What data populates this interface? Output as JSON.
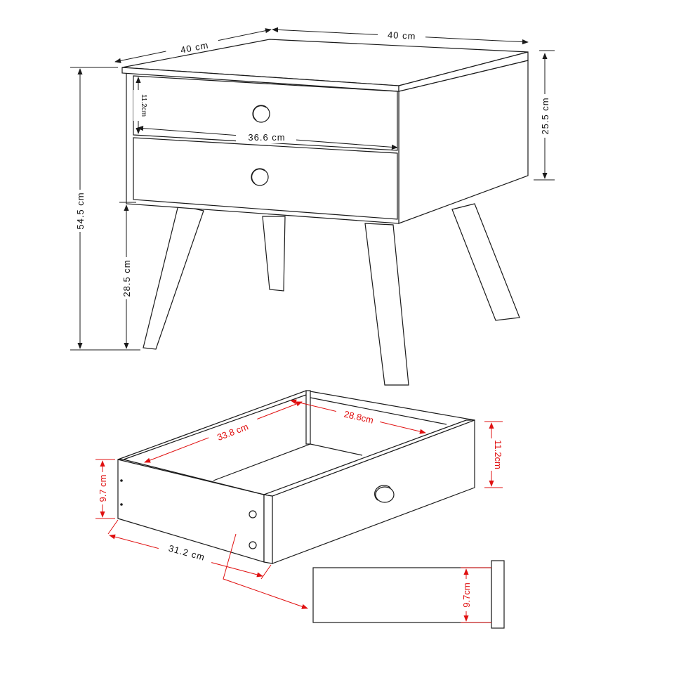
{
  "colors": {
    "line": "#1a1a1a",
    "dimension_black": "#111111",
    "dimension_red": "#e01010",
    "background": "#ffffff"
  },
  "nightstand": {
    "dims": {
      "width": "40 cm",
      "depth": "40 cm",
      "total_height": "54.5 cm",
      "leg_height": "28.5 cm",
      "body_height": "25.5 cm",
      "drawer_front_height": "11.2cm",
      "inner_width": "36.6 cm"
    }
  },
  "drawer": {
    "dims": {
      "inner_length": "33.8 cm",
      "inner_width": "28.8cm",
      "front_height": "11.2cm",
      "side_height": "9.7 cm",
      "bottom_length": "31.2 cm"
    }
  },
  "side_panel": {
    "dims": {
      "height": "9.7cm"
    }
  }
}
